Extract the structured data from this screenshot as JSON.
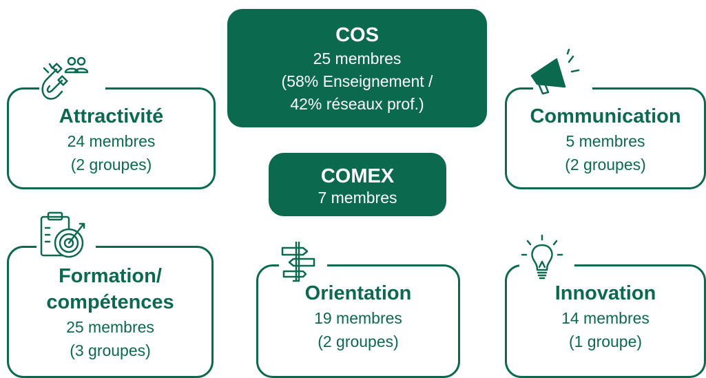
{
  "colors": {
    "primary": "#0b6a4d",
    "background": "#ffffff"
  },
  "cos": {
    "title": "COS",
    "line1": "25 membres",
    "line2": "(58% Enseignement /",
    "line3": "42% réseaux prof.)"
  },
  "comex": {
    "title": "COMEX",
    "line1": "7 membres"
  },
  "attractivite": {
    "title": "Attractivité",
    "line1": "24 membres",
    "line2": "(2 groupes)",
    "icon": "magnet-people-icon"
  },
  "communication": {
    "title": "Communication",
    "line1": "5 membres",
    "line2": "(2 groupes)",
    "icon": "megaphone-icon"
  },
  "formation": {
    "title_line1": "Formation/",
    "title_line2": "compétences",
    "line1": "25 membres",
    "line2": "(3 groupes)",
    "icon": "clipboard-target-icon"
  },
  "orientation": {
    "title": "Orientation",
    "line1": "19 membres",
    "line2": "(2 groupes)",
    "icon": "signpost-icon"
  },
  "innovation": {
    "title": "Innovation",
    "line1": "14 membres",
    "line2": "(1 groupe)",
    "icon": "lightbulb-icon"
  }
}
